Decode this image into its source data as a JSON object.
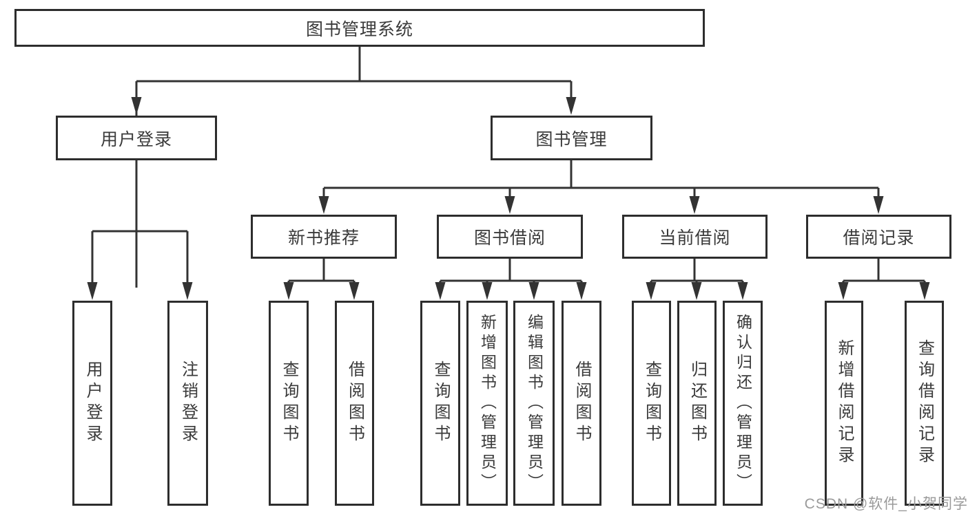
{
  "diagram": {
    "title": "图书管理系统",
    "type": "hierarchy-tree",
    "colors": {
      "background": "#ffffff",
      "box_fill": "#ffffff",
      "box_border": "#2d2d2d",
      "line": "#333333",
      "text": "#3a3a3a",
      "watermark": "#9a9a9a"
    },
    "tree": {
      "root": {
        "label": "图书管理系统"
      },
      "user_login": {
        "label": "用户登录",
        "children": [
          {
            "label": "用户登录"
          },
          {
            "label": "注销登录"
          }
        ]
      },
      "book_mgmt": {
        "label": "图书管理",
        "sections": {
          "new_book": {
            "label": "新书推荐",
            "children": [
              {
                "label": "查询图书"
              },
              {
                "label": "借阅图书"
              }
            ]
          },
          "book_borrow": {
            "label": "图书借阅",
            "children": [
              {
                "label": "查询图书"
              },
              {
                "label": "新增图书（管理员）"
              },
              {
                "label": "编辑图书（管理员）"
              },
              {
                "label": "借阅图书"
              }
            ]
          },
          "current_borrow": {
            "label": "当前借阅",
            "children": [
              {
                "label": "查询图书"
              },
              {
                "label": "归还图书"
              },
              {
                "label": "确认归还（管理员）"
              }
            ]
          },
          "borrow_record": {
            "label": "借阅记录",
            "children": [
              {
                "label": "新增借阅记录"
              },
              {
                "label": "查询借阅记录"
              }
            ]
          }
        }
      }
    },
    "watermark": "CSDN @软件_小贺同学"
  }
}
